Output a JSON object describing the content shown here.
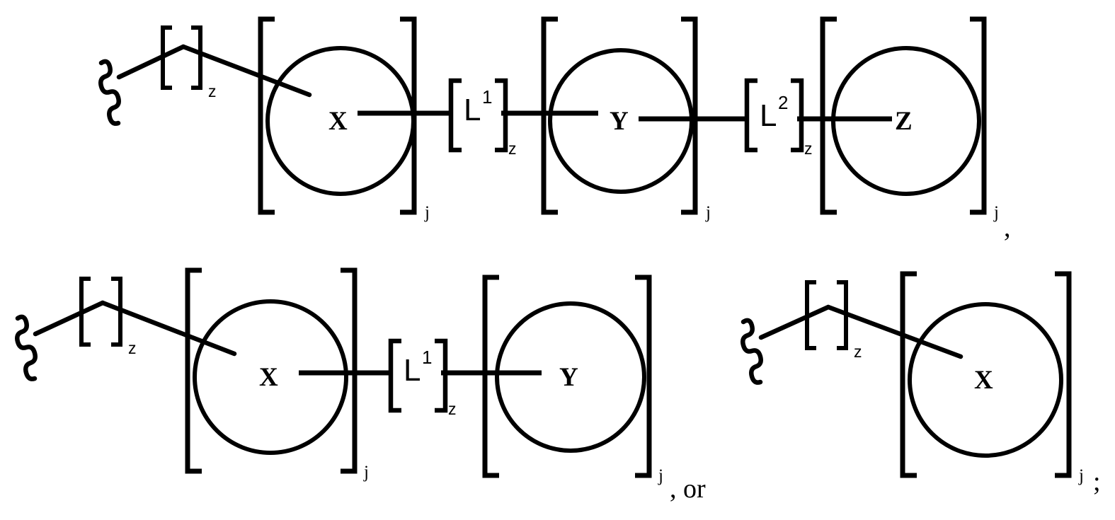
{
  "figure": {
    "type": "chemical-structure-formula",
    "background_color": "#ffffff",
    "stroke_color": "#000000",
    "description": "Three polymer/conjugate structural formulas with circular node groups, bracketed repeat units and squiggly attachment bonds"
  },
  "rows": [
    {
      "id": "row-1",
      "structures": [
        {
          "id": "structure-1",
          "attachment": {
            "icon": "squiggle-bond-icon"
          },
          "chain_bracket": {
            "subscript": "z"
          },
          "groups": [
            {
              "node_label": "X",
              "bracket_subscript": "j"
            },
            {
              "linker_label": "L",
              "linker_superscript": "1",
              "bracket_subscript": "z"
            },
            {
              "node_label": "Y",
              "bracket_subscript": "j"
            },
            {
              "linker_label": "L",
              "linker_superscript": "2",
              "bracket_subscript": "z"
            },
            {
              "node_label": "Z",
              "bracket_subscript": "j"
            }
          ],
          "trailing_punctuation": ","
        }
      ]
    },
    {
      "id": "row-2",
      "structures": [
        {
          "id": "structure-2",
          "attachment": {
            "icon": "squiggle-bond-icon"
          },
          "chain_bracket": {
            "subscript": "z"
          },
          "groups": [
            {
              "node_label": "X",
              "bracket_subscript": "j"
            },
            {
              "linker_label": "L",
              "linker_superscript": "1",
              "bracket_subscript": "z"
            },
            {
              "node_label": "Y",
              "bracket_subscript": "j"
            }
          ],
          "trailing_punctuation": ", or"
        },
        {
          "id": "structure-3",
          "attachment": {
            "icon": "squiggle-bond-icon"
          },
          "chain_bracket": {
            "subscript": "z"
          },
          "groups": [
            {
              "node_label": "X",
              "bracket_subscript": "j"
            }
          ],
          "trailing_punctuation": ";"
        }
      ]
    }
  ],
  "labels": {
    "X": "X",
    "Y": "Y",
    "Z": "Z",
    "L": "L",
    "sup1": "1",
    "sup2": "2",
    "sub_z": "z",
    "sub_j": "j",
    "comma": ",",
    "comma_or": ", or",
    "semicolon": ";"
  }
}
